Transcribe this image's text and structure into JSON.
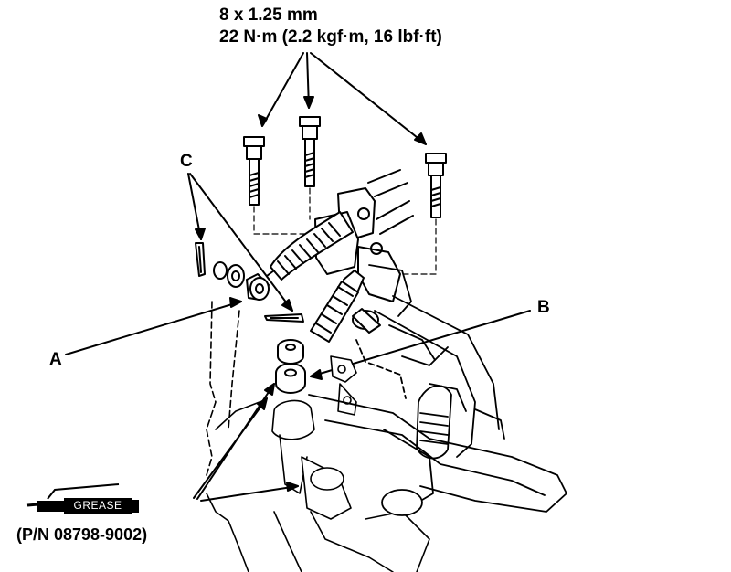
{
  "spec": {
    "bolt_size": "8 x 1.25 mm",
    "torque": "22 N·m (2.2 kgf·m, 16 lbf·ft)"
  },
  "callouts": {
    "a": "A",
    "b": "B",
    "c": "C"
  },
  "grease": {
    "label": "GREASE",
    "part_number": "(P/N 08798-9002)"
  },
  "icons": [
    "bolt-icon",
    "grease-tube-icon",
    "cotter-pin-icon",
    "washer-icon",
    "cable-boot-icon"
  ]
}
